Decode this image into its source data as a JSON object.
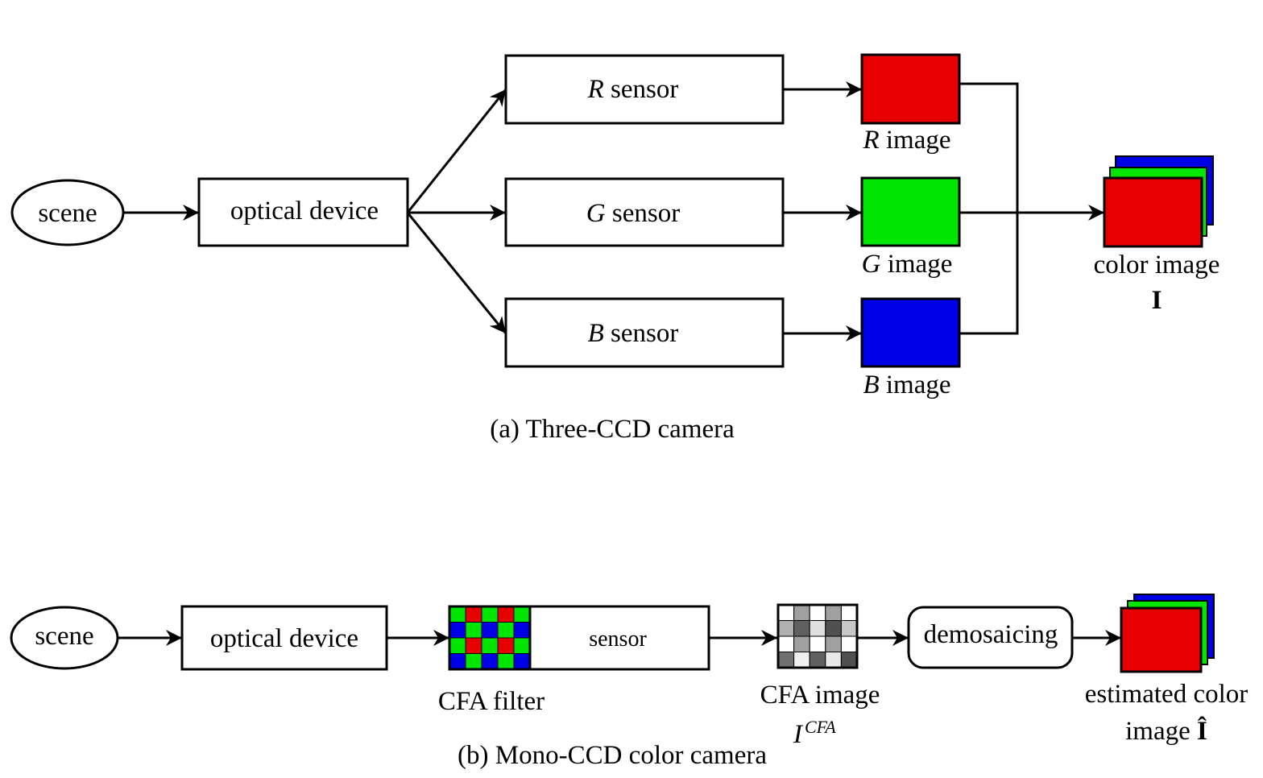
{
  "colors": {
    "red": "#e60000",
    "green": "#00e600",
    "blue": "#0000e6"
  },
  "three_ccd": {
    "scene": "scene",
    "optical_device": "optical device",
    "sensors": [
      {
        "channel": "R",
        "word": "sensor"
      },
      {
        "channel": "G",
        "word": "sensor"
      },
      {
        "channel": "B",
        "word": "sensor"
      }
    ],
    "images": [
      {
        "channel": "R",
        "word": "image"
      },
      {
        "channel": "G",
        "word": "image"
      },
      {
        "channel": "B",
        "word": "image"
      }
    ],
    "color_image_label": "color image",
    "color_image_symbol": "I",
    "caption": "(a) Three-CCD camera"
  },
  "mono_ccd": {
    "scene": "scene",
    "optical_device": "optical device",
    "sensor": "sensor",
    "cfa_filter": "CFA filter",
    "cfa_image_label": "CFA image",
    "cfa_image_symbol": "I",
    "cfa_image_superscript": "CFA",
    "demosaicing": "demosaicing",
    "estimated_label_line1": "estimated color",
    "estimated_label_line2": "image",
    "estimated_symbol": "Î",
    "caption": "(b) Mono-CCD color camera",
    "cfa_pattern": [
      [
        "G",
        "R",
        "G",
        "R",
        "G"
      ],
      [
        "B",
        "G",
        "B",
        "G",
        "B"
      ],
      [
        "G",
        "R",
        "G",
        "R",
        "G"
      ],
      [
        "B",
        "G",
        "B",
        "G",
        "B"
      ]
    ],
    "cfa_gray_pattern": [
      [
        "#ffffff",
        "#a0a0a0",
        "#ffffff",
        "#a0a0a0",
        "#ffffff"
      ],
      [
        "#b0b0b0",
        "#606060",
        "#e0e0e0",
        "#505050",
        "#c8c8c8"
      ],
      [
        "#ffffff",
        "#a0a0a0",
        "#ffffff",
        "#a0a0a0",
        "#ffffff"
      ],
      [
        "#707070",
        "#f0f0f0",
        "#606060",
        "#e8e8e8",
        "#505050"
      ]
    ]
  }
}
